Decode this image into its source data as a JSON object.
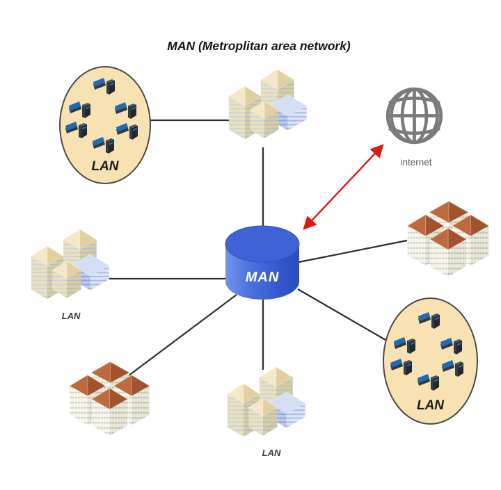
{
  "title": "MAN (Metroplitan area network)",
  "labels": {
    "man": "MAN",
    "internet": "internet",
    "lan_top_left": "LAN",
    "lan_mid_left": "LAN",
    "lan_bottom_center": "LAN",
    "lan_bottom_right": "LAN"
  },
  "nodes": [
    {
      "id": "lan-top-left",
      "type": "lan-computer-group",
      "label": "LAN"
    },
    {
      "id": "city-top-center",
      "type": "office-buildings",
      "label": ""
    },
    {
      "id": "internet",
      "type": "globe",
      "label": "internet"
    },
    {
      "id": "city-mid-left",
      "type": "office-buildings",
      "label": "LAN"
    },
    {
      "id": "man",
      "type": "cylinder-hub",
      "label": "MAN"
    },
    {
      "id": "apartments-right",
      "type": "apartment-buildings",
      "label": ""
    },
    {
      "id": "lan-bottom-right",
      "type": "lan-computer-group",
      "label": "LAN"
    },
    {
      "id": "apartments-bottom-left",
      "type": "apartment-buildings",
      "label": ""
    },
    {
      "id": "city-bottom-center",
      "type": "office-buildings",
      "label": "LAN"
    }
  ],
  "connections": [
    {
      "from": "lan-top-left",
      "to": "city-top-center",
      "style": "black-line"
    },
    {
      "from": "city-top-center",
      "to": "man",
      "style": "black-line"
    },
    {
      "from": "city-mid-left",
      "to": "man",
      "style": "black-line"
    },
    {
      "from": "apartments-bottom-left",
      "to": "man",
      "style": "black-line"
    },
    {
      "from": "city-bottom-center",
      "to": "man",
      "style": "black-line"
    },
    {
      "from": "apartments-right",
      "to": "man",
      "style": "black-line"
    },
    {
      "from": "lan-bottom-right",
      "to": "man",
      "style": "black-line"
    },
    {
      "from": "man",
      "to": "internet",
      "style": "red-double-arrow"
    }
  ],
  "icons": {
    "internet": "globe-icon",
    "lan_node": "desktop-computer-icon",
    "office_node": "office-buildings-icon",
    "apartment_node": "apartment-buildings-icon"
  },
  "colors": {
    "lan_ellipse_fill": "#f8e1b2",
    "lan_ellipse_border": "#4a4a42",
    "cylinder_blue": "#3e63d6",
    "connector_line": "#2e2e2e",
    "arrow_red": "#dc1912",
    "globe_gray": "#7b7b7b",
    "internet_text": "#5c5c5c",
    "title_text": "#161616"
  }
}
